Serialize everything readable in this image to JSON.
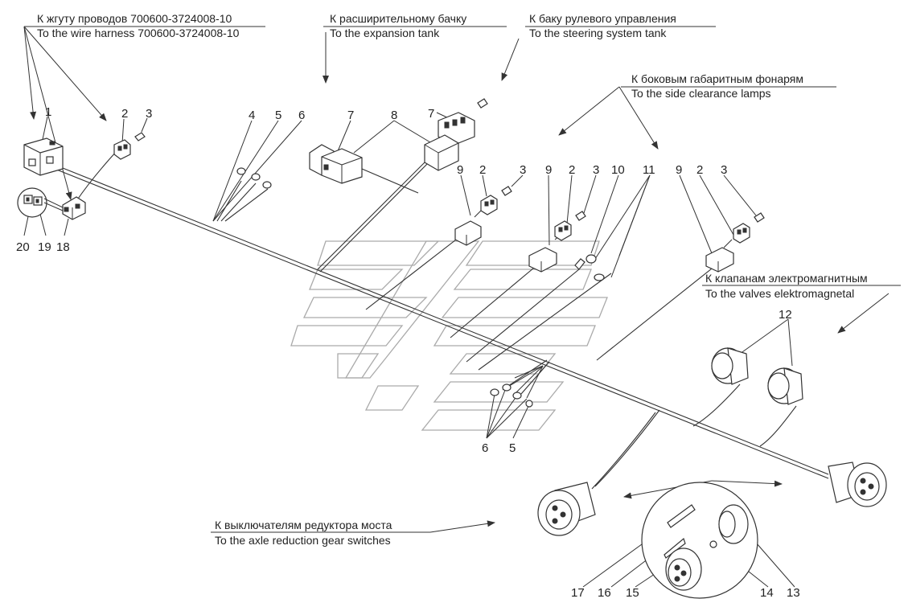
{
  "captions": {
    "harness_ru": "К жгуту проводов 700600-3724008-10",
    "harness_en": "To the wire harness 700600-3724008-10",
    "expansion_ru": "К расширительному бачку",
    "expansion_en": "To the expansion tank",
    "steering_ru": "К баку рулевого управления",
    "steering_en": "To the steering system tank",
    "lamps_ru": "К боковым габаритным фонарям",
    "lamps_en": "To the side clearance lamps",
    "valves_ru": "К клапанам электромагнитным",
    "valves_en": "To the valves elektromagnetal",
    "switches_ru": "К выключателям редуктора моста",
    "switches_en": "To the  axle reduction gear switches"
  },
  "callouts": {
    "c1": "1",
    "c2a": "2",
    "c3a": "3",
    "c4": "4",
    "c5a": "5",
    "c6a": "6",
    "c7a": "7",
    "c8": "8",
    "c7b": "7",
    "c9a": "9",
    "c2b": "2",
    "c3b": "3",
    "c9b": "9",
    "c2c": "2",
    "c3c": "3",
    "c10": "10",
    "c11": "11",
    "c9c": "9",
    "c2d": "2",
    "c3d": "3",
    "c12": "12",
    "c6b": "6",
    "c5b": "5",
    "c20": "20",
    "c19": "19",
    "c18": "18",
    "c17": "17",
    "c16": "16",
    "c15": "15",
    "c14": "14",
    "c13": "13"
  }
}
